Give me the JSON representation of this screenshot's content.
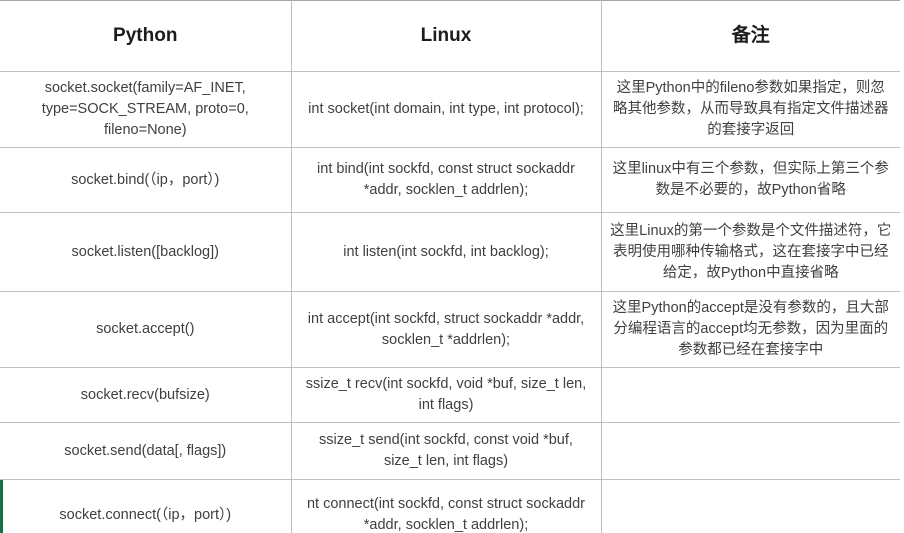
{
  "table": {
    "headers": [
      {
        "label": "Python",
        "name": "column-header-python"
      },
      {
        "label": "Linux",
        "name": "column-header-linux"
      },
      {
        "label": "备注",
        "name": "column-header-note"
      }
    ],
    "rows": [
      {
        "python": "socket.socket(family=AF_INET, type=SOCK_STREAM, proto=0, fileno=None)",
        "linux": "int socket(int domain, int type, int protocol);",
        "note": "这里Python中的fileno参数如果指定，则忽略其他参数，从而导致具有指定文件描述器的套接字返回"
      },
      {
        "python": "socket.bind(（ip，port）)",
        "linux": "int bind(int sockfd, const struct sockaddr *addr, socklen_t addrlen);",
        "note": "这里linux中有三个参数，但实际上第三个参数是不必要的，故Python省略"
      },
      {
        "python": "socket.listen([backlog])",
        "linux": "int listen(int sockfd, int backlog);",
        "note": "这里Linux的第一个参数是个文件描述符，它表明使用哪种传输格式，这在套接字中已经给定，故Python中直接省略"
      },
      {
        "python": "socket.accept()",
        "linux": "int accept(int sockfd, struct sockaddr *addr, socklen_t *addrlen);",
        "note": "这里Python的accept是没有参数的，且大部分编程语言的accept均无参数，因为里面的参数都已经在套接字中"
      },
      {
        "python": "socket.recv(bufsize)",
        "linux": "ssize_t recv(int sockfd, void *buf, size_t len, int flags)",
        "note": ""
      },
      {
        "python": "socket.send(data[, flags])",
        "linux": "ssize_t send(int sockfd, const void *buf, size_t len, int flags)",
        "note": ""
      },
      {
        "python": "socket.connect(（ip，port）)",
        "linux": "nt connect(int sockfd, const struct sockaddr *addr, socklen_t addrlen);",
        "note": ""
      }
    ]
  },
  "style": {
    "accent_color": "#1f6b45",
    "border_color": "#bfbfbf",
    "header_text_color": "#1c1c1c",
    "body_text_color": "#404040",
    "background_color": "#ffffff"
  }
}
